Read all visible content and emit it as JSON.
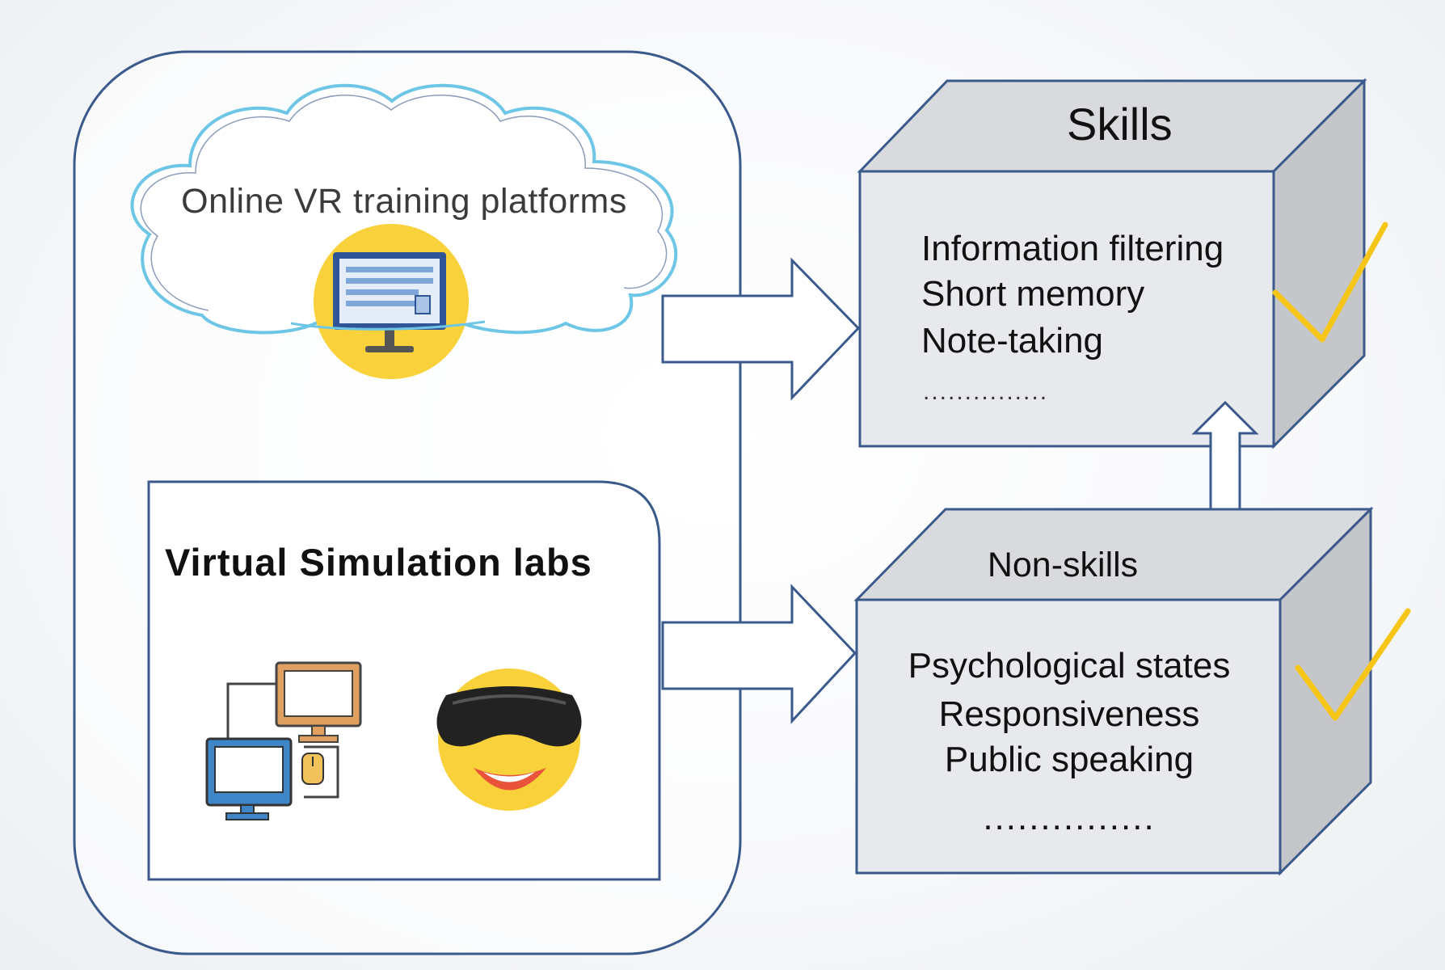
{
  "left_panel": {
    "cloud_label": "Online VR training platforms",
    "lab_label": "Virtual Simulation labs"
  },
  "skills": {
    "title": "Skills",
    "items": [
      "Information filtering",
      "Short memory",
      "Note-taking"
    ],
    "ellipsis": "..............."
  },
  "non_skills": {
    "title": "Non-skills",
    "items": [
      "Psychological states",
      "Responsiveness",
      "Public speaking"
    ],
    "ellipsis": "..............."
  },
  "colors": {
    "outline_blue": "#3a5a8c",
    "cloud_blue": "#6ec6e6",
    "box_face": "#e8e9ec",
    "box_side": "#c4c6ca",
    "box_top": "#d9dadd",
    "check_yellow": "#f5c518",
    "emoji_yellow": "#f9d13a"
  },
  "icons": [
    "monitor-icon",
    "computer-network-icon",
    "vr-headset-emoji-icon",
    "checkmark-icon"
  ]
}
